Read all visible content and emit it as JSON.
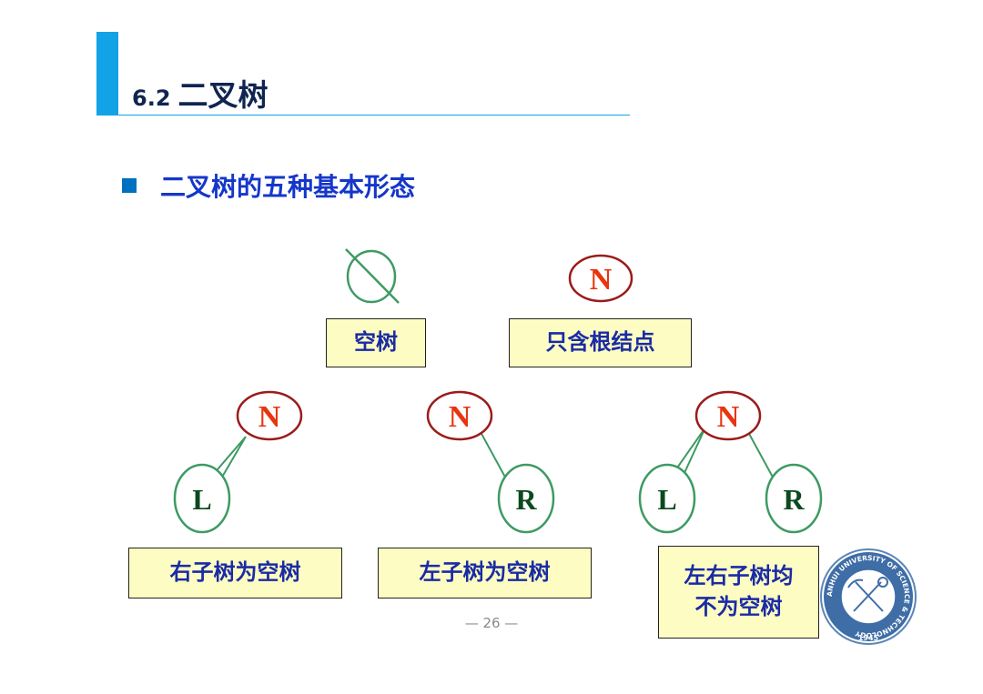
{
  "header": {
    "section_number": "6.2",
    "title": "二叉树"
  },
  "bullet": {
    "text": "二叉树的五种基本形态"
  },
  "nodes": {
    "root": "N",
    "left": "L",
    "right": "R"
  },
  "labels": {
    "empty": "空树",
    "root_only": "只含根结点",
    "right_empty": "右子树为空树",
    "left_empty": "左子树为空树",
    "both_line1": "左右子树均",
    "both_line2": "不为空树"
  },
  "footer": {
    "page": "— 26 —"
  },
  "logo": {
    "ring_text": "ANHUI UNIVERSITY OF SCIENCE & TECHNOLOGY",
    "year": "1945"
  },
  "colors": {
    "accent": "#12a3e6",
    "root_stroke": "#9b1b1b",
    "root_text": "#e8350f",
    "child_stroke": "#3e9a63",
    "child_text": "#0b4a1f",
    "label_fill": "#fdfcc2",
    "label_text": "#1a2ba4"
  }
}
